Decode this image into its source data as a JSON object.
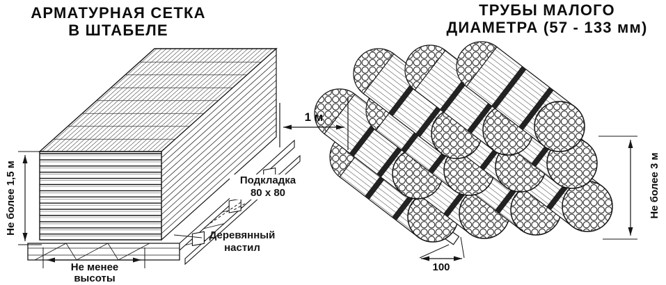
{
  "diagram": {
    "left": {
      "title_line1": "АРМАТУРНАЯ СЕТКА",
      "title_line2": "В  ШТАБЕЛЕ",
      "height_limit": "Не более 1,5 м",
      "base_note_line1": "Не менее",
      "base_note_line2": "высоты",
      "spacer_label_line1": "Подкладка",
      "spacer_label_line2": "80 x 80",
      "decking_label_line1": "Деревянный",
      "decking_label_line2": "настил"
    },
    "gap": {
      "distance": "1 м"
    },
    "right": {
      "title_line1": "ТРУБЫ  МАЛОГО",
      "title_line2": "ДИАМЕТРА (57 - 133 мм)",
      "height_limit": "Не более 3 м",
      "runner_width": "100"
    },
    "colors": {
      "ink": "#151515",
      "background": "#ffffff"
    }
  }
}
